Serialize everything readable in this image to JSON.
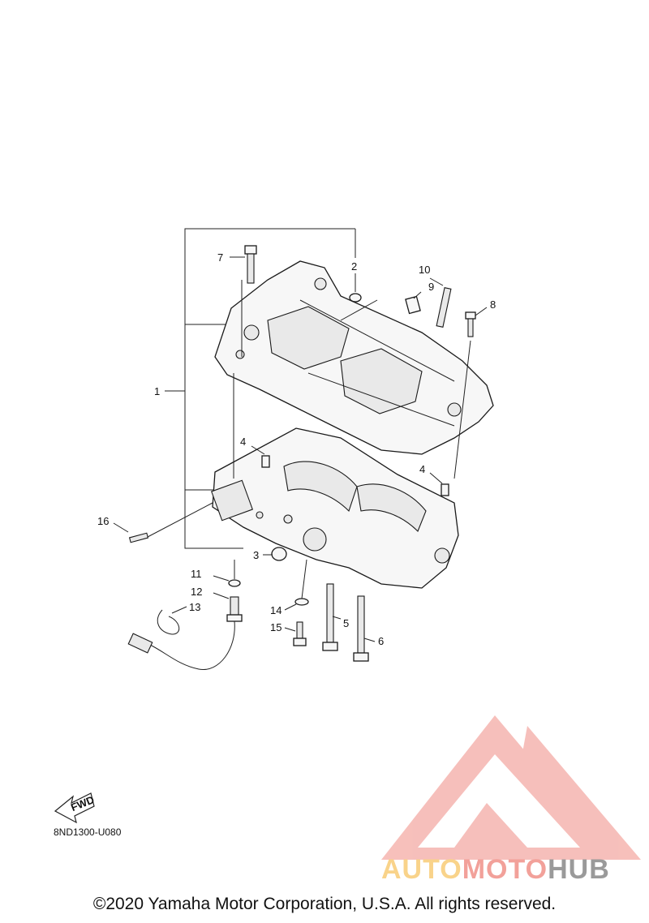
{
  "diagram": {
    "callouts": [
      "1",
      "2",
      "3",
      "4",
      "4",
      "5",
      "6",
      "7",
      "8",
      "9",
      "10",
      "11",
      "12",
      "13",
      "14",
      "15",
      "16"
    ],
    "fwd_label": "FWD",
    "catalog_code": "8ND1300-U080"
  },
  "watermark": {
    "part1": "AUTO",
    "part2": "MOTO",
    "part3": "HUB"
  },
  "footer": {
    "copyright": "©2020 Yamaha Motor Corporation, U.S.A. All rights reserved."
  },
  "colors": {
    "watermark_logo": "#f08c84",
    "watermark_yellow": "#f9d38a",
    "watermark_gray": "#9a9a9a"
  }
}
